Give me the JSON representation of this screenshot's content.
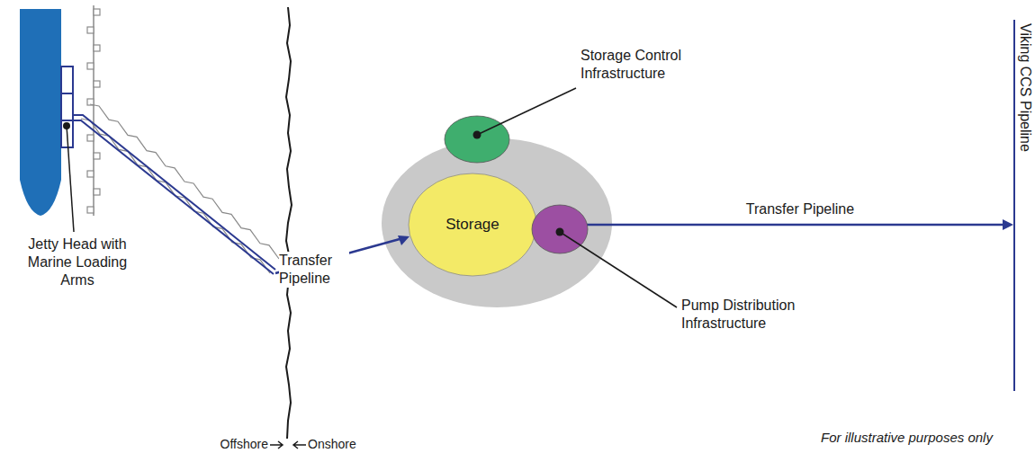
{
  "diagram": {
    "nodes": [
      {
        "text": [
          "Storage"
        ]
      },
      {
        "text": [
          "Viking CCS Pipeline"
        ]
      }
    ],
    "edges": [
      {
        "from": 0,
        "to": 1,
        "arrow": "to",
        "label": "Transfer Pipeline"
      }
    ],
    "labels": [
      "Jetty Head with Marine Loading Arms",
      "Transfer Pipeline",
      "Storage Control Infrastructure",
      "Pump Distribution Infrastructure",
      "Offshore",
      "Onshore",
      "For illustrative purposes only"
    ]
  }
}
